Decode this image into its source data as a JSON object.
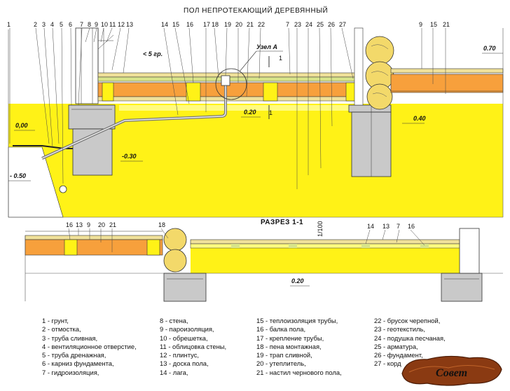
{
  "title": "ПОЛ НЕПРОТЕКАЮЩИЙ ДЕРЕВЯННЫЙ",
  "section_title": "РАЗРЕЗ 1-1",
  "node_label": "Узел А",
  "slope_label": "< 5 гр.",
  "slope_ratio": "1/100",
  "section_mark": "1",
  "levels": {
    "l070": "0.70",
    "l000": "0,00",
    "l040": "0.40",
    "l020": "0.20",
    "l030": "-0.30",
    "l050": "- 0.50",
    "l020b": "0.20"
  },
  "callouts_top": [
    "1",
    "2",
    "3",
    "4",
    "5",
    "6",
    "7",
    "8",
    "9",
    "10",
    "11",
    "12",
    "13",
    "14",
    "15",
    "16",
    "17",
    "18",
    "19",
    "20",
    "21",
    "22",
    "7",
    "23",
    "24",
    "25",
    "26",
    "27",
    "9",
    "15",
    "21"
  ],
  "callouts_bottom": [
    "16",
    "13",
    "9",
    "20",
    "21",
    "18",
    "1/100",
    "14",
    "13",
    "7",
    "16"
  ],
  "colors": {
    "sand": "#fff217",
    "sand_light": "#fffb80",
    "insulation": "#f7a03c",
    "foundation": "#c9c9c9",
    "wood": "#f0e19a",
    "log": "#f3d96a",
    "board": "#d8e48a"
  },
  "legend": [
    [
      "1 - грунт,",
      "2 - отмостка,",
      "3 - труба сливная,",
      "4 - вентиляционное отверстие,",
      "5 - труба дренажная,",
      "6 - карниз фундамента,",
      "7 - гидроизоляция,"
    ],
    [
      "8 - стена,",
      "9 - пароизоляция,",
      "10 - обрешетка,",
      "11 - облицовка стены,",
      "12 - плинтус,",
      "13 - доска пола,",
      "14 - лага,"
    ],
    [
      "15 - теплоизоляция трубы,",
      "16 - балка пола,",
      "17 - крепление трубы,",
      "18 - пена монтажная,",
      "19 - трап сливной,",
      "20 - утеплитель,",
      "21 - настил чернового пола,"
    ],
    [
      "22 - брусок черепной,",
      "23 - геотекстиль,",
      "24 - подушка песчаная,",
      "25 - арматура,",
      "26 - фундамент,",
      "27 - корд"
    ]
  ],
  "logo_text": "Совет"
}
